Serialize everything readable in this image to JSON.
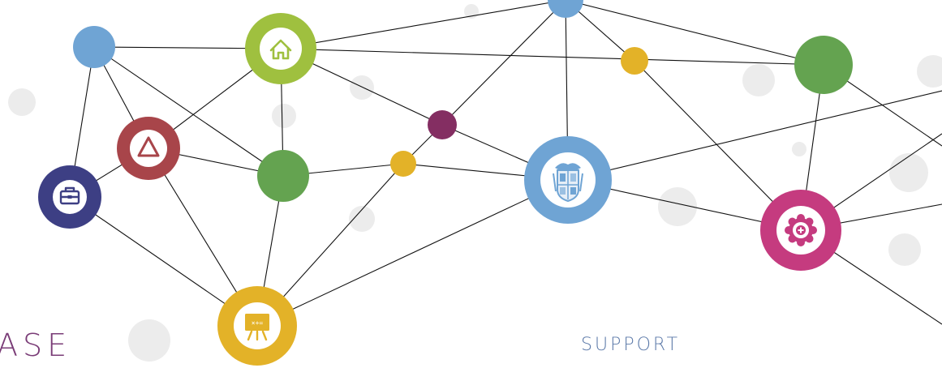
{
  "labels": {
    "left_partial": "ASE",
    "support": "SUPPORT"
  },
  "colors": {
    "light_blue": "#6fa4d4",
    "lime_green": "#9fc03f",
    "green": "#64a350",
    "dark_red": "#a8454a",
    "navy": "#3d3f84",
    "purple": "#842e62",
    "gold": "#e3b228",
    "magenta": "#c53b7f",
    "line": "#111111",
    "decor_dot": "#ececec"
  },
  "nodes": [
    {
      "id": "blue-top-left",
      "color": "light_blue",
      "icon": null
    },
    {
      "id": "home",
      "color": "lime_green",
      "icon": "home-icon"
    },
    {
      "id": "blue-top",
      "color": "light_blue",
      "icon": null
    },
    {
      "id": "gold-small-top",
      "color": "gold",
      "icon": null
    },
    {
      "id": "green-right",
      "color": "green",
      "icon": null
    },
    {
      "id": "warning",
      "color": "dark_red",
      "icon": "warning-triangle-icon"
    },
    {
      "id": "briefcase",
      "color": "navy",
      "icon": "briefcase-icon"
    },
    {
      "id": "green-center",
      "color": "green",
      "icon": null
    },
    {
      "id": "purple-small",
      "color": "purple",
      "icon": null
    },
    {
      "id": "gold-small-mid",
      "color": "gold",
      "icon": null
    },
    {
      "id": "crest",
      "color": "light_blue",
      "icon": "coat-of-arms-icon"
    },
    {
      "id": "flower",
      "color": "magenta",
      "icon": "flower-icon"
    },
    {
      "id": "whiteboard",
      "color": "gold",
      "icon": "whiteboard-math-icon"
    }
  ]
}
